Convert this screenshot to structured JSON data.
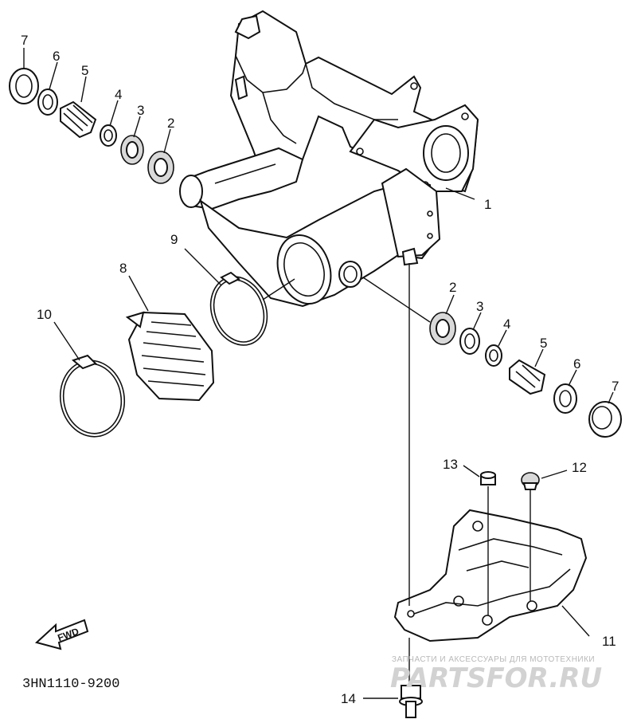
{
  "diagram_code": "3HN1110-9200",
  "fwd_label": "FWD",
  "watermark": {
    "tagline": "ЗАПЧАСТИ И АКСЕССУАРЫ ДЛЯ МОТОТЕХНИКИ",
    "brand": "PARTSFOR.RU"
  },
  "callouts": {
    "c1": "1",
    "c2a": "2",
    "c3a": "3",
    "c4a": "4",
    "c5a": "5",
    "c6a": "6",
    "c7a": "7",
    "c2b": "2",
    "c3b": "3",
    "c4b": "4",
    "c5b": "5",
    "c6b": "6",
    "c7b": "7",
    "c8": "8",
    "c9": "9",
    "c10": "10",
    "c11": "11",
    "c12": "12",
    "c13": "13",
    "c14": "14"
  }
}
